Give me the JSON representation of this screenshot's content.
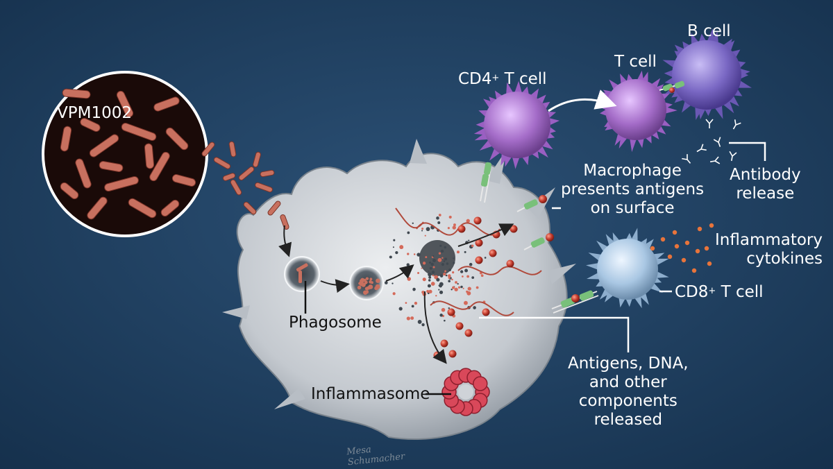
{
  "labels": {
    "vpm": "VPM1002",
    "b_cell": "B cell",
    "t_cell": "T cell",
    "cd4_main": "CD4",
    "cd4_sup": "+",
    "cd4_tail": " T cell",
    "macrophage": [
      "Macrophage",
      "presents antigens",
      "on surface"
    ],
    "antibody": [
      "Antibody",
      "release"
    ],
    "inflammatory": [
      "Inflammatory",
      "cytokines"
    ],
    "cd8_main": "CD8",
    "cd8_sup": "+",
    "cd8_tail": " T cell",
    "phagosome": "Phagosome",
    "antigens": [
      "Antigens, DNA,",
      "and other",
      "components",
      "released"
    ],
    "inflammasome": "Inflammasome"
  },
  "signature": [
    "Mesa",
    "Schumacher"
  ],
  "colors": {
    "background": "#1f3e5e",
    "bacteria": "#c8705f",
    "cd4_cell": "#a46cc8",
    "b_cell": "#7a68c4",
    "cd8_cell": "#a9c7e3",
    "macrophage": "#c9cdd1",
    "inflammasome": "#d9485a",
    "receptor": "#79c07a",
    "antigen_ball": "#c03a2c"
  }
}
